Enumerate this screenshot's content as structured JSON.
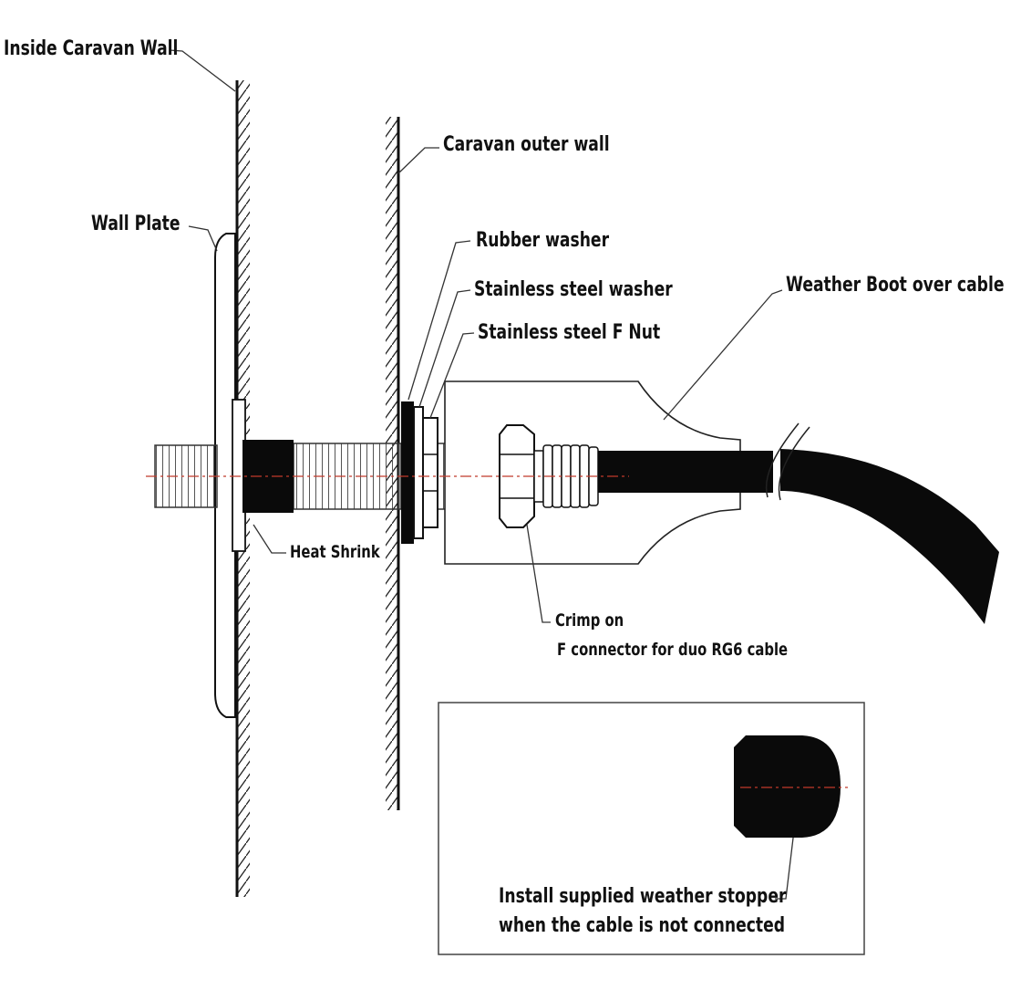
{
  "labels": {
    "inside_wall": "Inside Caravan Wall",
    "outer_wall": "Caravan outer wall",
    "wall_plate": "Wall Plate",
    "rubber_washer": "Rubber washer",
    "ss_washer": "Stainless steel washer",
    "ss_fnut": "Stainless steel F Nut",
    "weather_boot": "Weather Boot over cable",
    "heat_shrink": "Heat Shrink",
    "crimp_line1": "Crimp on",
    "crimp_line2": "F connector for duo RG6 cable",
    "stopper_line1": "Install supplied weather stopper",
    "stopper_line2": "when the cable is not connected"
  },
  "colors": {
    "ink": "#111111",
    "centerline": "#c0392b",
    "background": "#ffffff"
  }
}
